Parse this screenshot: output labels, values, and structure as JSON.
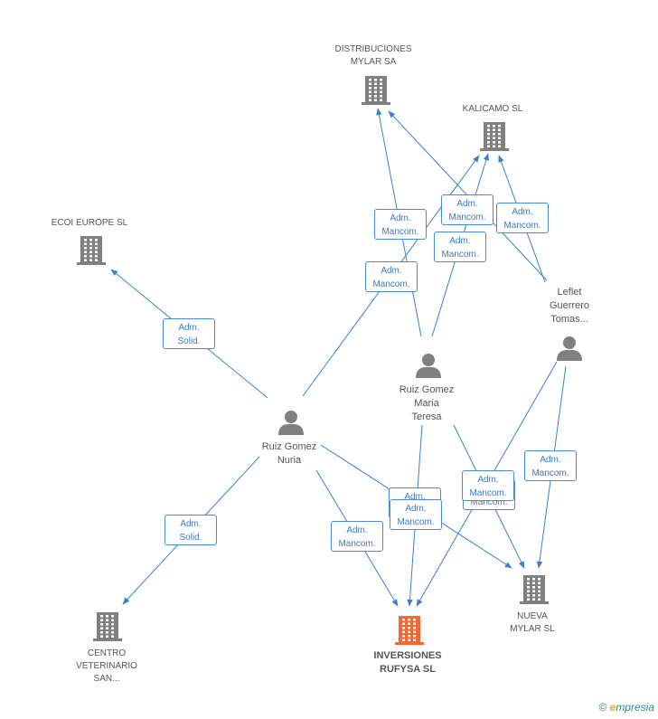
{
  "colors": {
    "edge": "#3a7fd5",
    "node": "#808080",
    "focus_node": "#f06a35",
    "label_box_border": "#4a8ad6"
  },
  "nodes": [
    {
      "id": "distribuciones",
      "type": "company",
      "icon": "building-icon",
      "label": "DISTRIBUCIONES\nMYLAR SA"
    },
    {
      "id": "kalicamo",
      "type": "company",
      "icon": "building-icon",
      "label": "KALICAMO SL"
    },
    {
      "id": "ecoi",
      "type": "company",
      "icon": "building-icon",
      "label": "ECOI EUROPE SL"
    },
    {
      "id": "leflet",
      "type": "person",
      "icon": "person-icon",
      "label": "Leflet\nGuerrero\nTomas..."
    },
    {
      "id": "ruiz_maria",
      "type": "person",
      "icon": "person-icon",
      "label": "Ruiz Gomez\nMaria\nTeresa"
    },
    {
      "id": "ruiz_nuria",
      "type": "person",
      "icon": "person-icon",
      "label": "Ruiz Gomez\nNuria"
    },
    {
      "id": "nueva",
      "type": "company",
      "icon": "building-icon",
      "label": "NUEVA\nMYLAR SL"
    },
    {
      "id": "centro",
      "type": "company",
      "icon": "building-icon",
      "label": "CENTRO\nVETERINARIO\nSAN..."
    },
    {
      "id": "inversiones",
      "type": "focus",
      "icon": "building-icon",
      "label": "INVERSIONES\nRUFYSA SL"
    }
  ],
  "edges": [
    {
      "from": "ruiz_maria",
      "to": "distribuciones",
      "label": "Adm.\nMancom."
    },
    {
      "from": "leflet",
      "to": "distribuciones",
      "label": "Adm.\nMancom."
    },
    {
      "from": "ruiz_maria",
      "to": "kalicamo",
      "label": "Adm.\nMancom."
    },
    {
      "from": "leflet",
      "to": "kalicamo",
      "label": "Adm.\nMancom."
    },
    {
      "from": "ruiz_nuria",
      "to": "kalicamo",
      "label": "Adm.\nMancom."
    },
    {
      "from": "ruiz_nuria",
      "to": "ecoi",
      "label": "Adm.\nSolid."
    },
    {
      "from": "ruiz_nuria",
      "to": "centro",
      "label": "Adm.\nSolid."
    },
    {
      "from": "ruiz_nuria",
      "to": "inversiones",
      "label": "Adm.\nMancom."
    },
    {
      "from": "ruiz_nuria",
      "to": "nueva",
      "label": "Adm.\nMancom."
    },
    {
      "from": "ruiz_maria",
      "to": "inversiones",
      "label": "Adm.\nMancom."
    },
    {
      "from": "ruiz_maria",
      "to": "nueva",
      "label": "Adm.\nMancom."
    },
    {
      "from": "leflet",
      "to": "inversiones",
      "label": "Adm.\nMancom."
    },
    {
      "from": "leflet",
      "to": "nueva",
      "label": "Adm.\nMancom."
    }
  ],
  "footer": {
    "copyright": "©",
    "brand_first": "e",
    "brand_rest": "mpresia"
  }
}
